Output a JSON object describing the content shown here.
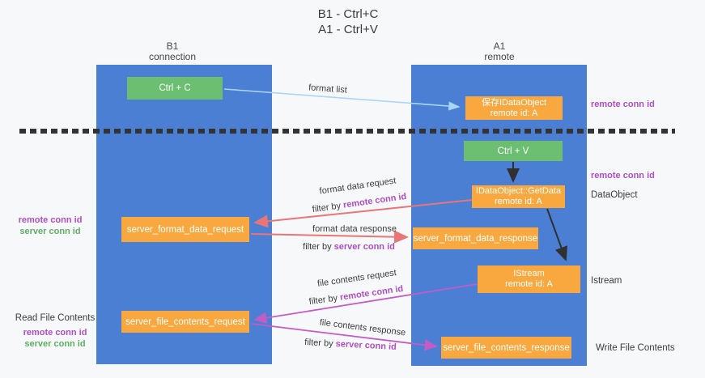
{
  "title": {
    "line1": "B1 - Ctrl+C",
    "line2": "A1 - Ctrl+V"
  },
  "columns": {
    "left": {
      "name": "B1",
      "role": "connection"
    },
    "right": {
      "name": "A1",
      "role": "remote"
    }
  },
  "nodes": {
    "ctrl_c": {
      "label": "Ctrl + C"
    },
    "save_dataobject": {
      "line1": "保存IDataObject",
      "line2": "remote id: A"
    },
    "ctrl_v": {
      "label": "Ctrl + V"
    },
    "getdata": {
      "line1": "IDataObject::GetData",
      "line2": "remote id: A"
    },
    "server_format_data_request": {
      "label": "server_format_data_request"
    },
    "server_format_data_response": {
      "label": "server_format_data_response"
    },
    "istream": {
      "line1": "IStream",
      "line2": "remote id: A"
    },
    "server_file_contents_request": {
      "label": "server_file_contents_request"
    },
    "server_file_contents_response": {
      "label": "server_file_contents_response"
    }
  },
  "arrow_labels": {
    "format_list": "format list",
    "format_data_request": "format data request",
    "format_data_response": "format data response",
    "file_contents_request": "file contents request",
    "file_contents_response": "file contents response",
    "filter_by": "filter by",
    "remote_conn_id": "remote conn id",
    "server_conn_id": "server conn id"
  },
  "side_labels": {
    "remote_conn_id_top_right": "remote conn id",
    "remote_conn_id_mid_right": "remote conn id",
    "dataobject": "DataObject",
    "istream": "Istream",
    "write_file_contents": "Write File Contents",
    "read_file_contents": "Read File Contents",
    "remote_conn_id_left": "remote conn id",
    "server_conn_id_left": "server conn id",
    "remote_conn_id_bottom_left": "remote conn id",
    "server_conn_id_bottom_left": "server conn id"
  },
  "colors": {
    "background": "#f7f8f9",
    "column_blue": "#4a7fd3",
    "node_orange": "#f8a83e",
    "node_green": "#6cbe71",
    "arrow_salmon": "#e87676",
    "arrow_magenta": "#c45cc8",
    "arrow_light_blue": "#a9d6f5",
    "arrow_black": "#303030",
    "text_purple": "#ad4fc4",
    "text_green": "#5faf63",
    "dashed_line": "#333333"
  }
}
